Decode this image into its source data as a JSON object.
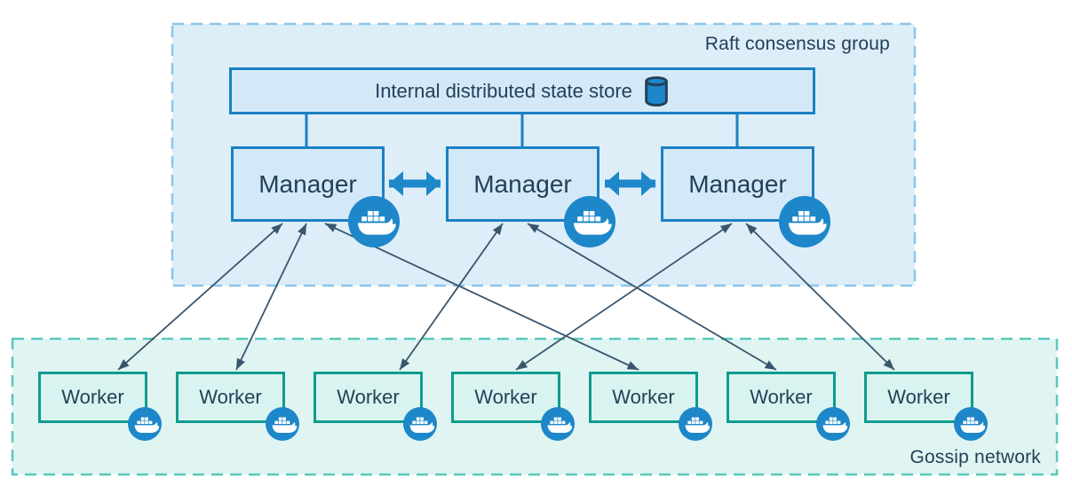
{
  "raft_group": {
    "label": "Raft consensus group",
    "state_store": {
      "label": "Internal distributed state store",
      "icon": "database-icon"
    },
    "managers": [
      {
        "id": "manager-1",
        "label": "Manager",
        "icon": "docker-whale-icon"
      },
      {
        "id": "manager-2",
        "label": "Manager",
        "icon": "docker-whale-icon"
      },
      {
        "id": "manager-3",
        "label": "Manager",
        "icon": "docker-whale-icon"
      }
    ]
  },
  "gossip_network": {
    "label": "Gossip network",
    "workers": [
      {
        "id": "worker-1",
        "label": "Worker",
        "icon": "docker-whale-icon"
      },
      {
        "id": "worker-2",
        "label": "Worker",
        "icon": "docker-whale-icon"
      },
      {
        "id": "worker-3",
        "label": "Worker",
        "icon": "docker-whale-icon"
      },
      {
        "id": "worker-4",
        "label": "Worker",
        "icon": "docker-whale-icon"
      },
      {
        "id": "worker-5",
        "label": "Worker",
        "icon": "docker-whale-icon"
      },
      {
        "id": "worker-6",
        "label": "Worker",
        "icon": "docker-whale-icon"
      },
      {
        "id": "worker-7",
        "label": "Worker",
        "icon": "docker-whale-icon"
      }
    ]
  },
  "edges": {
    "store_to_managers": [
      "manager-1",
      "manager-2",
      "manager-3"
    ],
    "manager_peer_links": [
      {
        "from": "manager-1",
        "to": "manager-2",
        "style": "thick-double-arrow"
      },
      {
        "from": "manager-2",
        "to": "manager-3",
        "style": "thick-double-arrow"
      }
    ],
    "manager_worker_links": [
      {
        "from": "manager-1",
        "to": "worker-1"
      },
      {
        "from": "manager-1",
        "to": "worker-2"
      },
      {
        "from": "manager-1",
        "to": "worker-5"
      },
      {
        "from": "manager-2",
        "to": "worker-3"
      },
      {
        "from": "manager-2",
        "to": "worker-6"
      },
      {
        "from": "manager-3",
        "to": "worker-4"
      },
      {
        "from": "manager-3",
        "to": "worker-7"
      }
    ]
  },
  "colors": {
    "raft_group_fill": "#ddeef9",
    "raft_group_dash": "#8cc5e9",
    "blue_node_fill": "#d4e9f8",
    "blue_node_border": "#1b80c5",
    "docker_blue": "#1d87c9",
    "gossip_fill": "#e0f5f2",
    "gossip_dash": "#58c8be",
    "worker_fill": "#d9f4f0",
    "worker_border": "#0f9b90",
    "arrow_color": "#3a566d",
    "text_color": "#243f58"
  }
}
